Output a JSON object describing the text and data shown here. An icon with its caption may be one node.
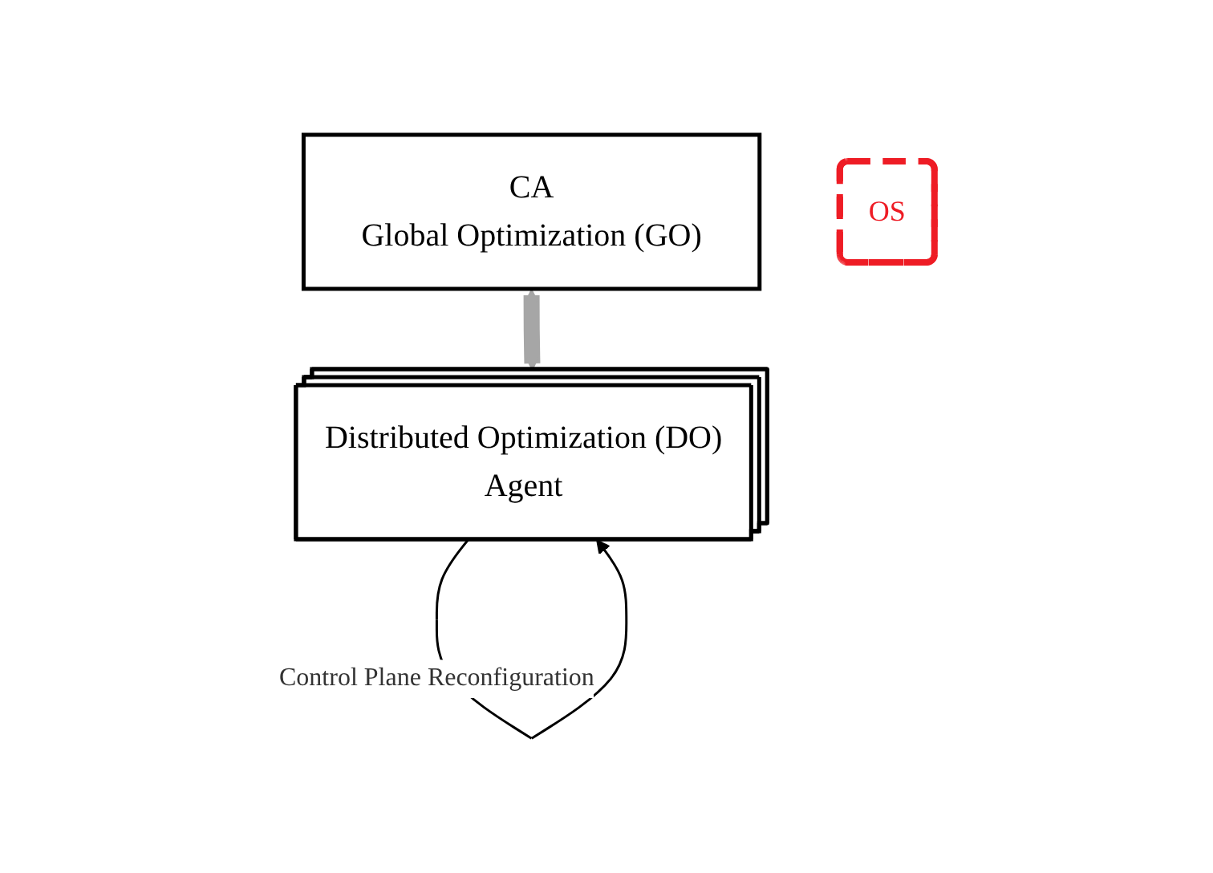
{
  "diagram": {
    "nodes": [
      {
        "text": [
          "CA",
          "Global Optimization (GO)"
        ]
      },
      {
        "text": [
          "OS"
        ]
      },
      {
        "text": [
          "Distributed Optimization (DO)",
          "Agent"
        ]
      }
    ],
    "edges": [
      {
        "from": 0,
        "to": 2,
        "arrow": "both",
        "style": "thick",
        "color": "#a6a6a6"
      },
      {
        "from": 2,
        "to": 2,
        "arrow": "to",
        "label": "Control Plane Reconfiguration",
        "color": "#000000"
      }
    ]
  }
}
